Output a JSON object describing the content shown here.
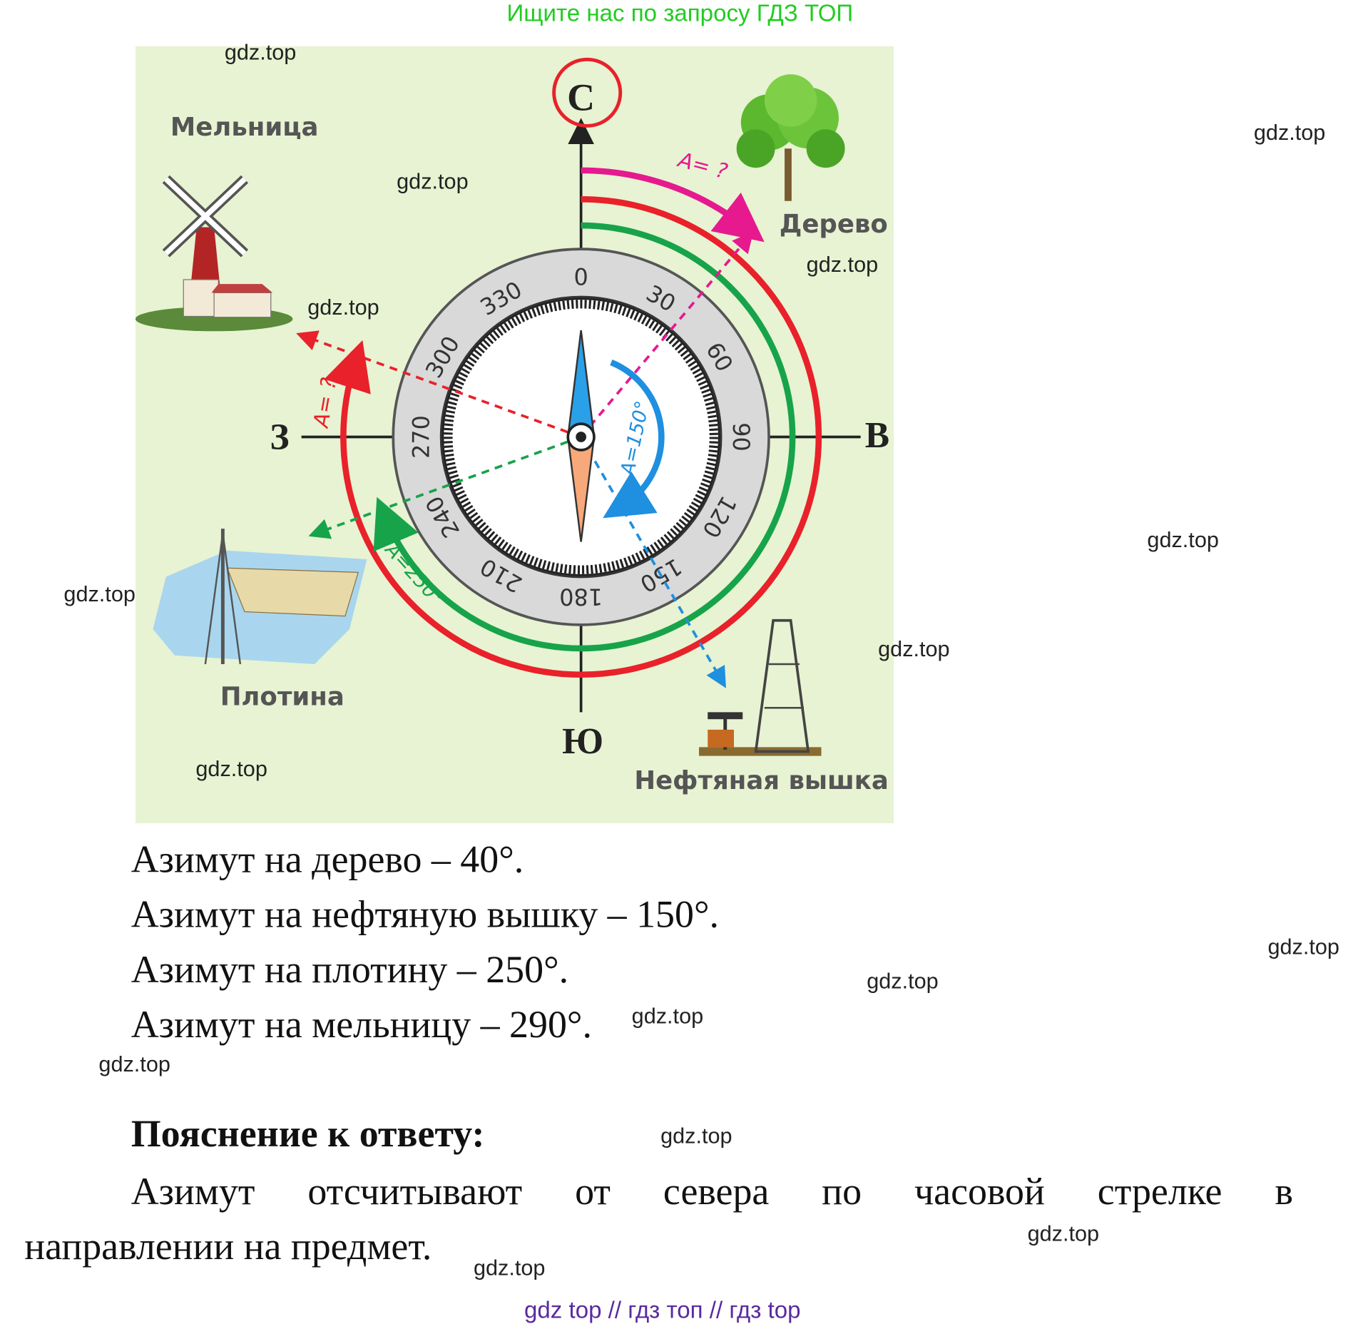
{
  "banner": "Ищите нас по запросу ГДЗ ТОП",
  "watermark": "gdz.top",
  "diagram": {
    "north": "С",
    "south": "Ю",
    "east": "В",
    "west": "З",
    "mill_label": "Мельница",
    "tree_label": "Дерево",
    "dam_label": "Плотина",
    "oil_label": "Нефтяная  вышка",
    "tree_azimuth_label": "А= ?",
    "mill_azimuth_label": "А= ?",
    "oil_azimuth_label": "А=150°",
    "dam_azimuth_label": "А=250°",
    "dial_labels": [
      "0",
      "30",
      "60",
      "90",
      "120",
      "150",
      "180",
      "210",
      "240",
      "270",
      "300",
      "330"
    ],
    "colors": {
      "background": "#e7f3d2",
      "red": "#e8212b",
      "green": "#17a34a",
      "magenta": "#e6198f",
      "blue": "#1f8fe0"
    }
  },
  "answers": [
    "Азимут на дерево – 40°.",
    "Азимут на нефтяную вышку – 150°.",
    "Азимут на  плотину – 250°.",
    "Азимут на мельницу – 290°."
  ],
  "explanation": {
    "heading": "Пояснение к ответу:",
    "words": [
      "Азимут",
      "отсчитывают",
      "от",
      "севера",
      "по",
      "часовой",
      "стрелке",
      "в"
    ],
    "line2": "направлении на предмет."
  },
  "footer": "gdz top  //  гдз топ  //  гдз top"
}
